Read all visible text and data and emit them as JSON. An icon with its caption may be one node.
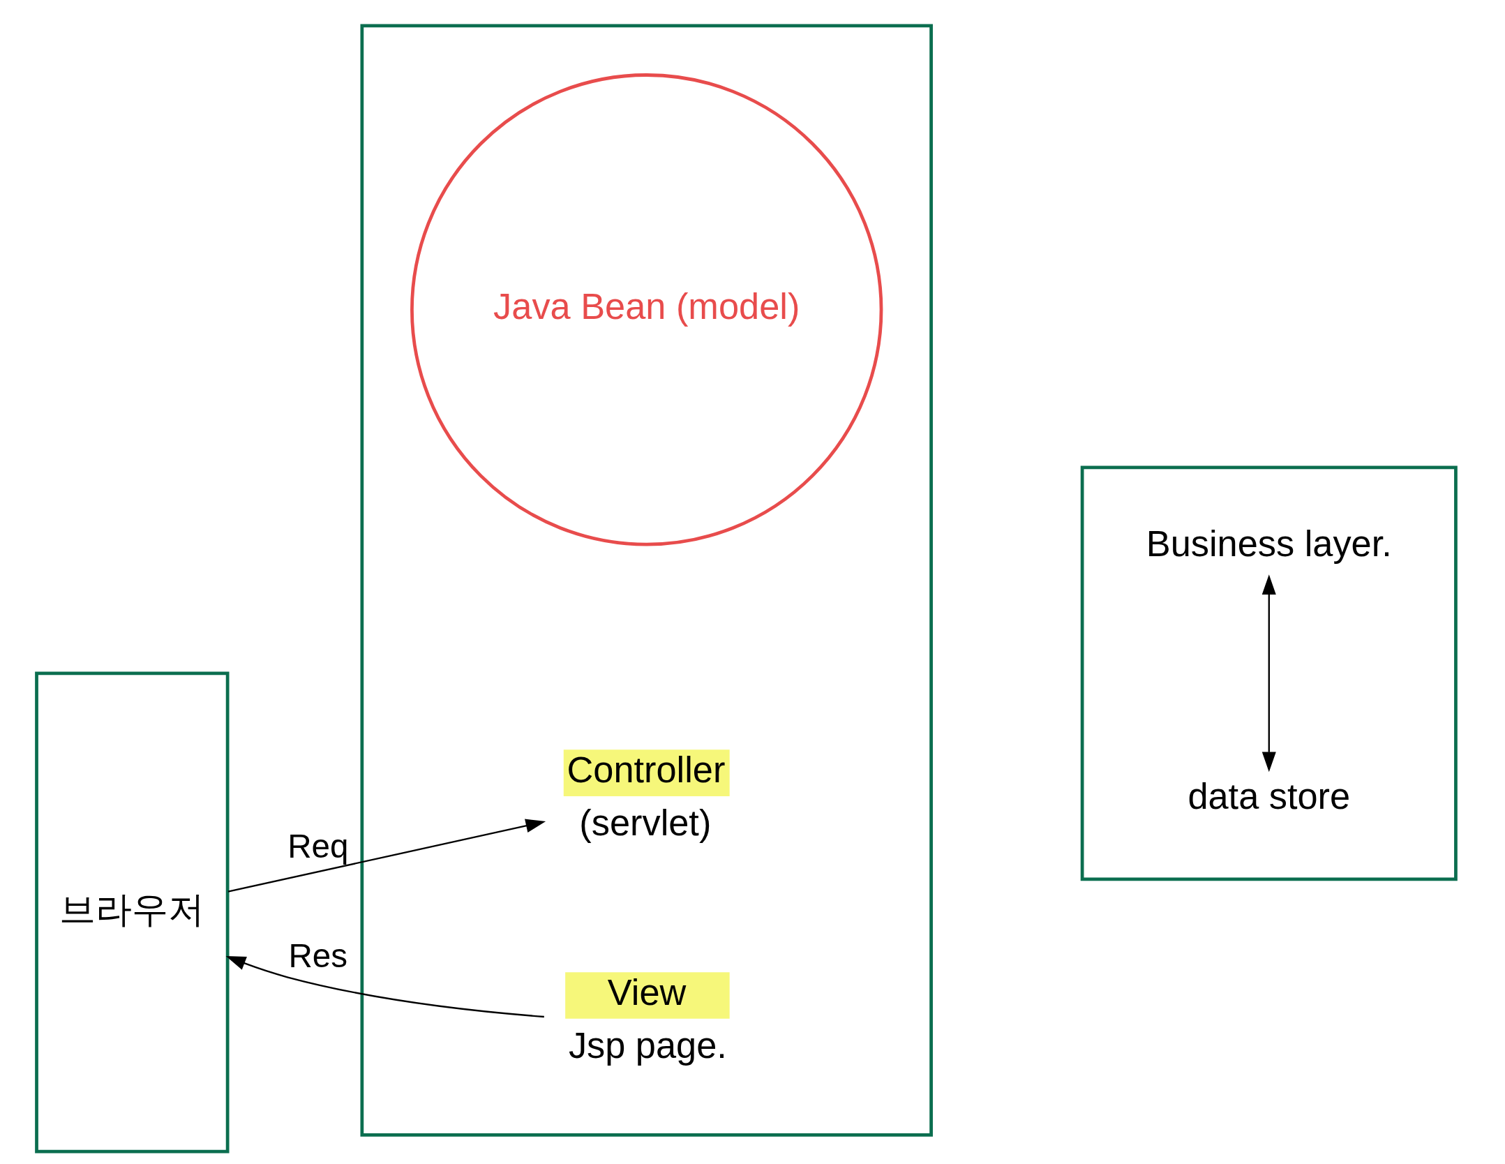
{
  "diagram": {
    "nodes": [
      {
        "text": [
          "브라우저"
        ]
      },
      {
        "text": [],
        "shape": "box"
      },
      {
        "text": [
          "Controller"
        ],
        "beside": [
          "(servlet)"
        ],
        "in": 1
      },
      {
        "text": [
          "Java Bean (model)"
        ],
        "in": 1
      },
      {
        "text": [
          "View"
        ],
        "beside": [
          "Jsp page."
        ],
        "in": 1
      },
      {
        "text": [],
        "shape": "box"
      },
      {
        "text": [
          "data store"
        ],
        "in": 5
      },
      {
        "text": [
          "Business layer."
        ],
        "in": 5
      }
    ],
    "edges": [
      {
        "from": 0,
        "to": 2,
        "arrow": "to",
        "label": "Req"
      },
      {
        "from": 4,
        "to": 0,
        "arrow": "to",
        "label": "Res"
      },
      {
        "from": 6,
        "to": 7,
        "arrow": "both"
      }
    ]
  }
}
